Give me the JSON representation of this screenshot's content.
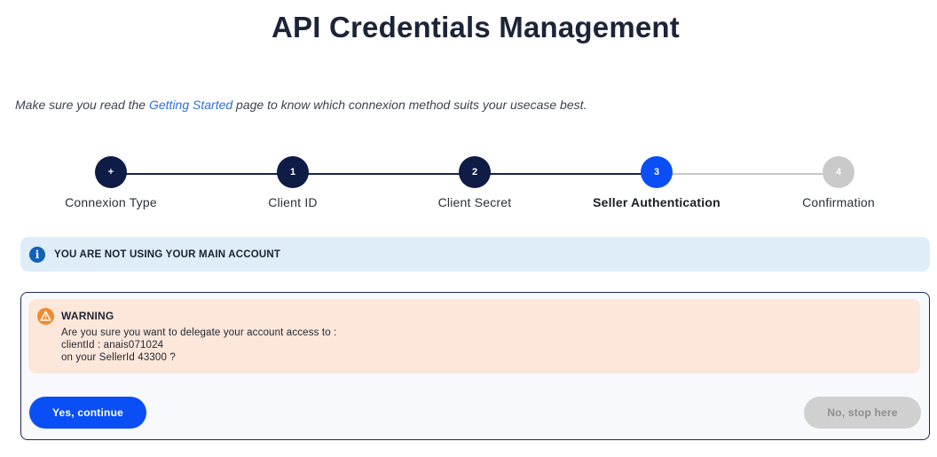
{
  "page": {
    "title": "API Credentials Management",
    "intro_prefix": "Make sure you read the ",
    "intro_link": "Getting Started",
    "intro_suffix": " page to know which connexion method suits your usecase best."
  },
  "stepper": {
    "steps": [
      {
        "marker": "+",
        "label": "Connexion Type",
        "state": "done"
      },
      {
        "marker": "1",
        "label": "Client ID",
        "state": "done"
      },
      {
        "marker": "2",
        "label": "Client Secret",
        "state": "done"
      },
      {
        "marker": "3",
        "label": "Seller Authentication",
        "state": "current"
      },
      {
        "marker": "4",
        "label": "Confirmation",
        "state": "future"
      }
    ]
  },
  "info_banner": {
    "icon": "info-icon",
    "text": "YOU ARE NOT USING YOUR MAIN ACCOUNT"
  },
  "warning": {
    "icon": "warning-triangle-icon",
    "title": "WARNING",
    "lines": [
      "Are you sure you want to delegate your account access to :",
      "clientId : anais071024",
      "on your SellerId 43300 ?"
    ]
  },
  "actions": {
    "confirm_label": "Yes, continue",
    "cancel_label": "No, stop here"
  },
  "colors": {
    "primary": "#0a4ef6",
    "done": "#0f1c45",
    "future": "#cacaca",
    "info_bg": "#dfedf8",
    "warning_bg": "#fce7da",
    "warning_icon": "#f28a2e"
  }
}
